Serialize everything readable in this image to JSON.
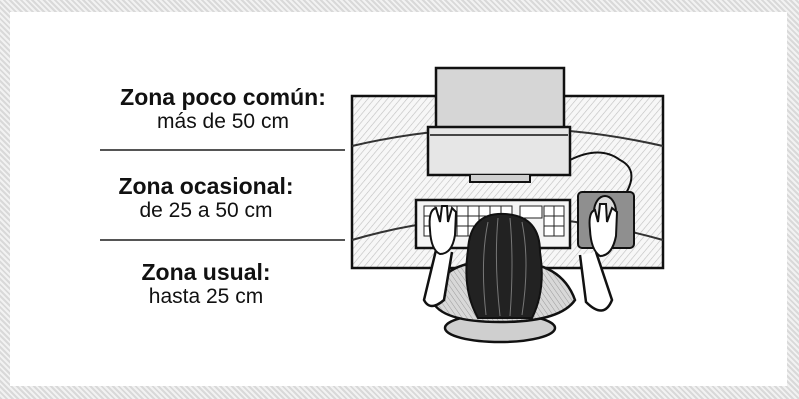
{
  "zones": [
    {
      "title": "Zona poco común:",
      "range": "más de 50 cm"
    },
    {
      "title": "Zona ocasional:",
      "range": "de 25 a 50 cm"
    },
    {
      "title": "Zona usual:",
      "range": "hasta 25 cm"
    }
  ],
  "colors": {
    "frame": "#d9d9d9",
    "line": "#555555",
    "monitor": "#dcdcdc",
    "hair": "#222222"
  }
}
